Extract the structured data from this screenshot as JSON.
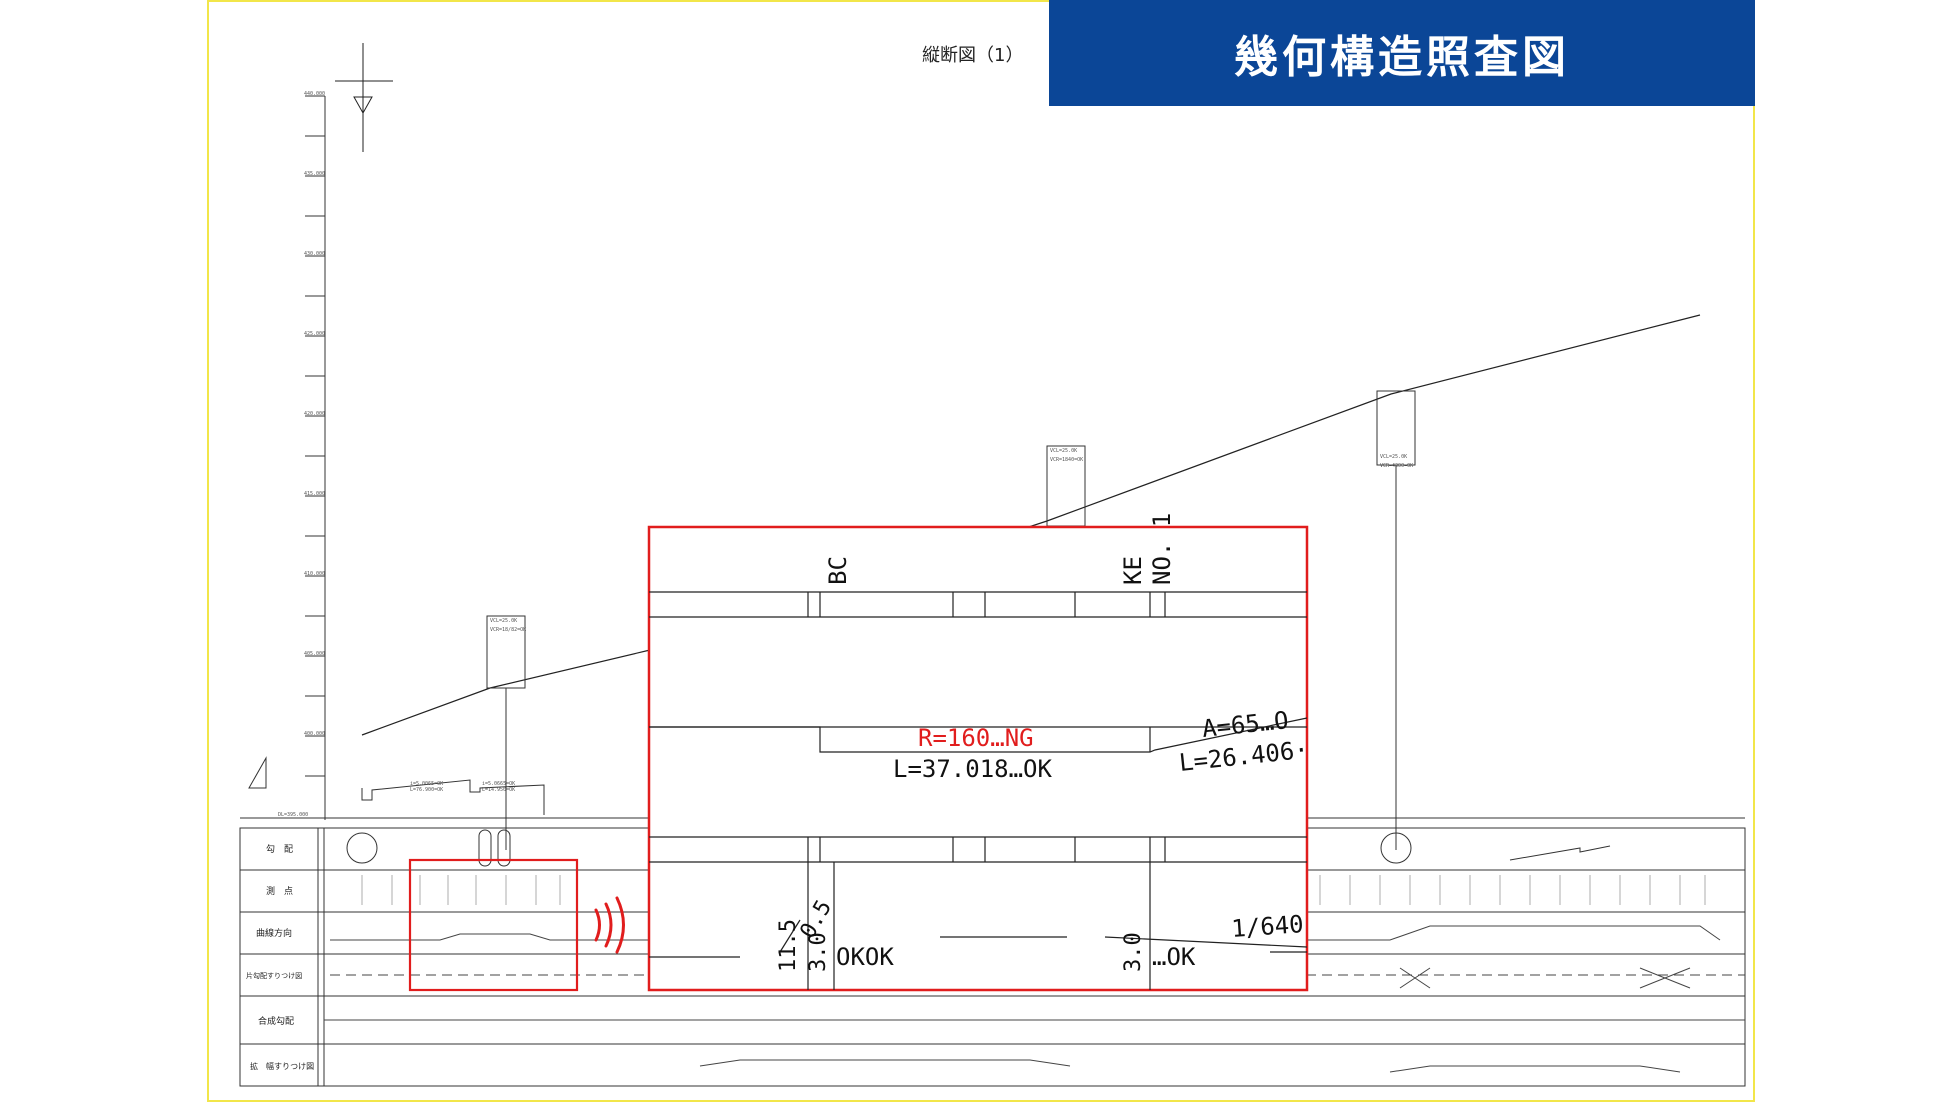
{
  "header": {
    "title": "幾何構造照査図",
    "sheet_title": "縦断図（1）",
    "band_color": "#0b4697",
    "frame_color": "#f2e64a"
  },
  "profile": {
    "elevation_labels": [
      "440.000",
      "435.000",
      "430.000",
      "425.000",
      "420.000",
      "415.000",
      "410.000",
      "405.000",
      "400.000",
      "DL=395.000"
    ],
    "vc_labels": [
      {
        "top": "VCL=25.0K",
        "bottom": "VCR=18/82=OK"
      },
      {
        "top": "VCL=25.0K",
        "bottom": "VCR=1840=OK"
      },
      {
        "top": "VCL=25.0K",
        "bottom": "VCR=4300=OK"
      }
    ],
    "grade_labels": [
      "i=5.0065=OK",
      "L=76.900=OK",
      "i=5.0665=OK",
      "L=14.950=OK"
    ]
  },
  "table_rows": [
    "勾　配",
    "測　点",
    "曲線方向",
    "片勾配すりつけ図",
    "合成勾配",
    "拡　幅すりつけ図"
  ],
  "zoom": {
    "labels_top": [
      "BC",
      "KE",
      "NO. 1"
    ],
    "radius_ng": "R=160…NG",
    "length_ok": "L=37.018…OK",
    "clothoid": "A=65…O",
    "clothoid_length": "L=26.406·",
    "left_values": [
      "11.5",
      "3.0"
    ],
    "left_slope": "0.5",
    "okok": "OKOK",
    "mid_value": "3.0",
    "mid_ok": "…OK",
    "ratio": "1/640",
    "ng_color": "#e11d1d"
  },
  "highlight_color": "#e11d1d"
}
